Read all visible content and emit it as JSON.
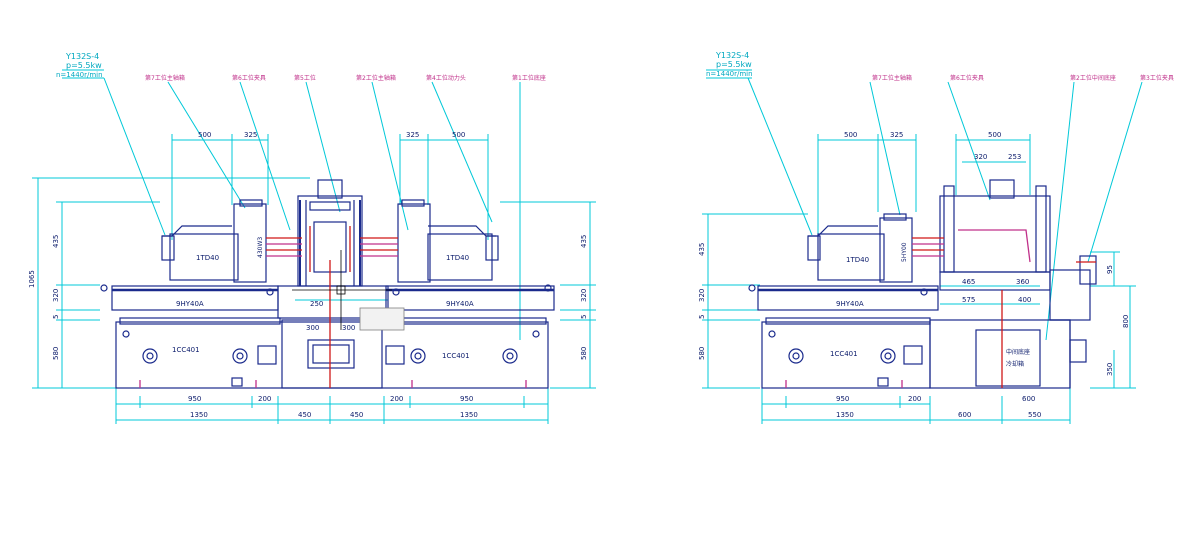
{
  "colors": {
    "dim": "#00c8d8",
    "outline": "#1a2a8c",
    "red": "#d01818",
    "magenta": "#c0308a",
    "accent": "#0a1a6a"
  },
  "left": {
    "motor": {
      "model": "Y132S-4",
      "power": "p=5.5kw",
      "speed": "n=1440r/min"
    },
    "callouts": [
      "第7工位主轴箱",
      "第6工位夹具",
      "第5工位",
      "第2工位主轴箱",
      "第4工位动力头",
      "第1工位底座"
    ],
    "top_dims": [
      "500",
      "325",
      "325",
      "500"
    ],
    "mid_dims": [
      "250",
      "300",
      "300"
    ],
    "left_dims": [
      "1065",
      "435",
      "320",
      "5",
      "580"
    ],
    "right_dims": [
      "435",
      "320",
      "5",
      "580"
    ],
    "bottom_dims": [
      "950",
      "200",
      "450",
      "450",
      "200",
      "950"
    ],
    "bottom_totals": [
      "1350",
      "1350"
    ],
    "unit_labels": [
      "1TD40",
      "1TD40",
      "9HY40A",
      "9HY40A",
      "1CC401",
      "1CC401",
      "430W3"
    ]
  },
  "right": {
    "motor": {
      "model": "Y132S-4",
      "power": "p=5.5kw",
      "speed": "n=1440r/min"
    },
    "callouts": [
      "第7工位主轴箱",
      "第6工位夹具",
      "第2工位中间底座",
      "第3工位夹具"
    ],
    "top_dims": [
      "500",
      "325",
      "500",
      "320",
      "253"
    ],
    "mid_dims": [
      "465",
      "360",
      "575",
      "400"
    ],
    "left_dims": [
      "435",
      "320",
      "5",
      "580"
    ],
    "right_dims": [
      "95",
      "800",
      "350"
    ],
    "bottom_dims": [
      "950",
      "200"
    ],
    "bottom_totals": [
      "1350",
      "600",
      "600",
      "550"
    ],
    "unit_labels": [
      "1TD40",
      "9HY40A",
      "1CC401",
      "5HY00"
    ],
    "box_labels": [
      "中间底座",
      "冷却箱"
    ]
  }
}
